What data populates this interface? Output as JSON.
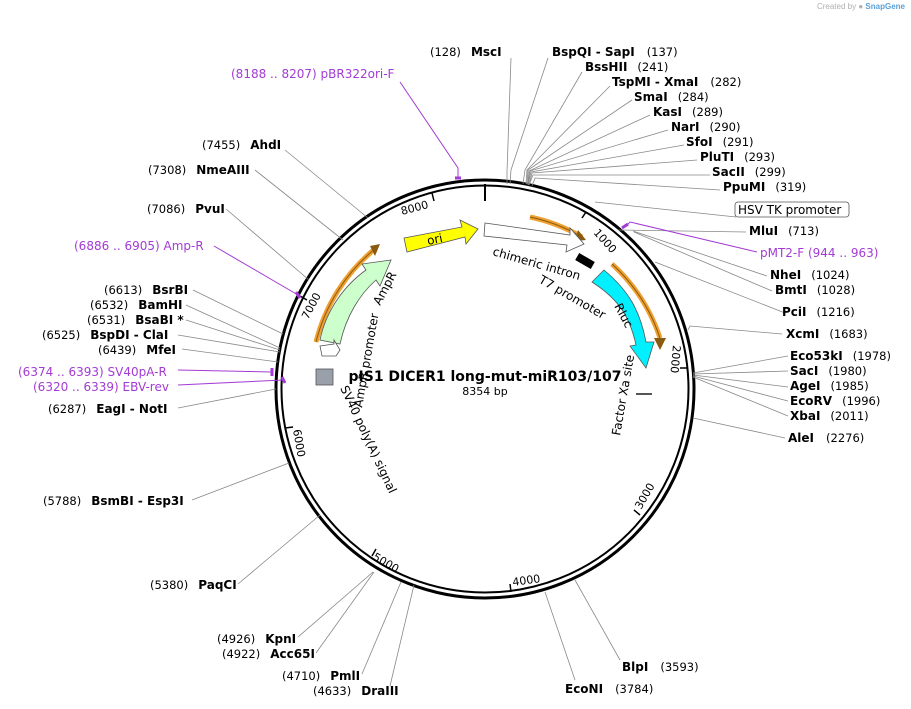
{
  "credit": {
    "prefix": "Created by",
    "brand": "SnapGene"
  },
  "plasmid": {
    "name": "pIS1 DICER1 long-mut-miR103/107",
    "size": "8354 bp",
    "length": 8354
  },
  "ticks": [
    "1000",
    "2000",
    "3000",
    "4000",
    "5000",
    "6000",
    "7000",
    "8000"
  ],
  "sites": [
    {
      "id": "msci",
      "name": "MscI",
      "pos": "(128)"
    },
    {
      "id": "bspqi-sapi",
      "name": "BspQI  - SapI",
      "pos": "(137)"
    },
    {
      "id": "bsshii",
      "name": "BssHII",
      "pos": "(241)"
    },
    {
      "id": "tspmi-xmai",
      "name": "TspMI  - XmaI",
      "pos": "(282)"
    },
    {
      "id": "smai",
      "name": "SmaI",
      "pos": "(284)"
    },
    {
      "id": "kasi",
      "name": "KasI",
      "pos": "(289)"
    },
    {
      "id": "nari",
      "name": "NarI",
      "pos": "(290)"
    },
    {
      "id": "sfoi",
      "name": "SfoI",
      "pos": "(291)"
    },
    {
      "id": "pluti",
      "name": "PluTI",
      "pos": "(293)"
    },
    {
      "id": "sacii",
      "name": "SacII",
      "pos": "(299)"
    },
    {
      "id": "ppumi",
      "name": "PpuMI",
      "pos": "(319)"
    },
    {
      "id": "mlui",
      "name": "MluI",
      "pos": "(713)"
    },
    {
      "id": "nhei",
      "name": "NheI",
      "pos": "(1024)"
    },
    {
      "id": "bmti",
      "name": "BmtI",
      "pos": "(1028)"
    },
    {
      "id": "pcii",
      "name": "PciI",
      "pos": "(1216)"
    },
    {
      "id": "xcmi",
      "name": "XcmI",
      "pos": "(1683)"
    },
    {
      "id": "eco53ki",
      "name": "Eco53kI",
      "pos": "(1978)"
    },
    {
      "id": "saci",
      "name": "SacI",
      "pos": "(1980)"
    },
    {
      "id": "agei",
      "name": "AgeI",
      "pos": "(1985)"
    },
    {
      "id": "ecorv",
      "name": "EcoRV",
      "pos": "(1996)"
    },
    {
      "id": "xbai",
      "name": "XbaI",
      "pos": "(2011)"
    },
    {
      "id": "alei",
      "name": "AleI",
      "pos": "(2276)"
    },
    {
      "id": "blpi",
      "name": "BlpI",
      "pos": "(3593)"
    },
    {
      "id": "econi",
      "name": "EcoNI",
      "pos": "(3784)"
    },
    {
      "id": "drai",
      "name": "DraIII",
      "pos": "(4633)"
    },
    {
      "id": "pmli",
      "name": "PmlI",
      "pos": "(4710)"
    },
    {
      "id": "acc65i",
      "name": "Acc65I",
      "pos": "(4922)"
    },
    {
      "id": "kpni",
      "name": "KpnI",
      "pos": "(4926)"
    },
    {
      "id": "paqci",
      "name": "PaqCI",
      "pos": "(5380)"
    },
    {
      "id": "bsmbi",
      "name": "BsmBI  - Esp3I",
      "pos": "(5788)"
    },
    {
      "id": "eagi-noti",
      "name": "EagI  - NotI",
      "pos": "(6287)"
    },
    {
      "id": "mfei",
      "name": "MfeI",
      "pos": "(6439)"
    },
    {
      "id": "bspdi-clai",
      "name": "BspDI  - ClaI",
      "pos": "(6525)"
    },
    {
      "id": "bsabi",
      "name": "BsaBI *",
      "pos": "(6531)"
    },
    {
      "id": "bamhi",
      "name": "BamHI",
      "pos": "(6532)"
    },
    {
      "id": "bsrbi",
      "name": "BsrBI",
      "pos": "(6613)"
    },
    {
      "id": "pvui",
      "name": "PvuI",
      "pos": "(7086)"
    },
    {
      "id": "nmeaiii",
      "name": "NmeAIII",
      "pos": "(7308)"
    },
    {
      "id": "ahdi",
      "name": "AhdI",
      "pos": "(7455)"
    }
  ],
  "primers": [
    {
      "id": "pbr322ori-f",
      "text": "(8188 .. 8207)  pBR322ori-F"
    },
    {
      "id": "pmt2-f",
      "text": "pMT2-F    (944 .. 963)"
    },
    {
      "id": "amp-r",
      "text": "(6886 .. 6905)  Amp-R"
    },
    {
      "id": "sv40pa-r",
      "text": "(6374 .. 6393)  SV40pA-R"
    },
    {
      "id": "ebv-rev",
      "text": "(6320 .. 6339)  EBV-rev"
    }
  ],
  "features": {
    "ori": "ori",
    "ampr": "AmpR",
    "amp_promoter": "AmpR promoter",
    "chimeric_intron": "chimeric intron",
    "t7_promoter": "T7 promoter",
    "rluc": "Rluc",
    "factor_xa": "Factor Xa site",
    "sv40": "SV40 poly(A) signal",
    "hsv_tk": "HSV TK promoter"
  },
  "colors": {
    "backbone": "#000000",
    "primer": "#a33bd4",
    "ori": "#ffff00",
    "ampr": "#ccffcc",
    "rluc": "#00f0ff",
    "highlight": "#f0a030"
  }
}
